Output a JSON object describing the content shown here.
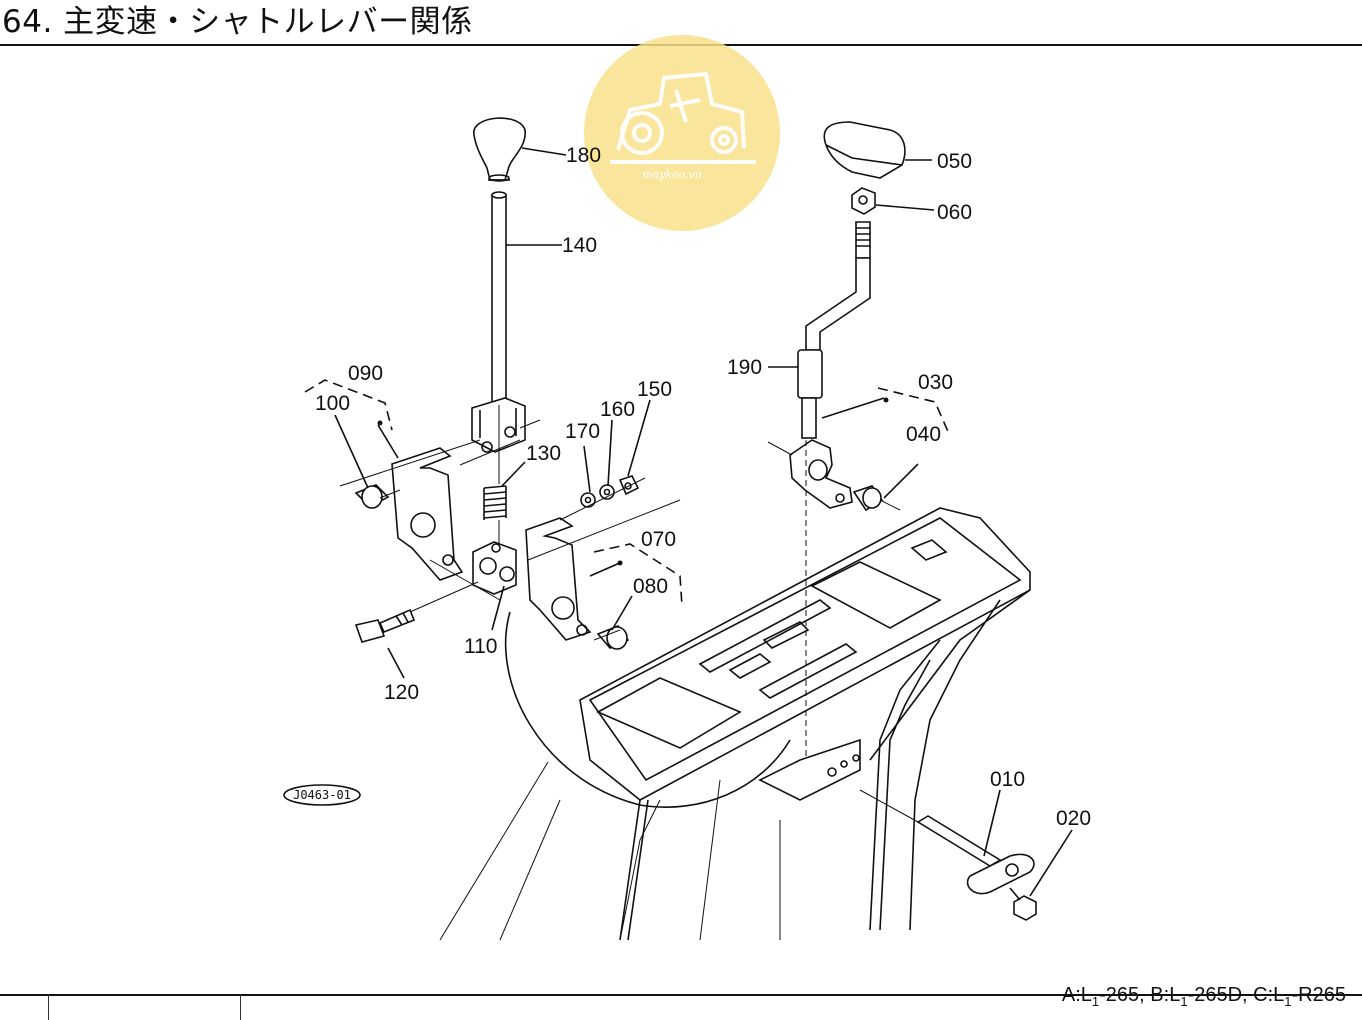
{
  "page": {
    "title": "64. 主変速・シャトルレバー関係",
    "footer": {
      "a": "A:L",
      "a_sub": "1",
      "a_rest": "-265, ",
      "b": "B:L",
      "b_sub": "1",
      "b_rest": "-265D, ",
      "c": "C:L",
      "c_sub": "1",
      "c_rest": "-R265"
    },
    "drawing_code": "J0463-01",
    "watermark_text": "maykeo.vn"
  },
  "parts": [
    {
      "id": "p180",
      "label": "180"
    },
    {
      "id": "p140",
      "label": "140"
    },
    {
      "id": "p050",
      "label": "050"
    },
    {
      "id": "p060",
      "label": "060"
    },
    {
      "id": "p190",
      "label": "190"
    },
    {
      "id": "p030",
      "label": "030"
    },
    {
      "id": "p040",
      "label": "040"
    },
    {
      "id": "p090",
      "label": "090"
    },
    {
      "id": "p100",
      "label": "100"
    },
    {
      "id": "p130",
      "label": "130"
    },
    {
      "id": "p170",
      "label": "170"
    },
    {
      "id": "p160",
      "label": "160"
    },
    {
      "id": "p150",
      "label": "150"
    },
    {
      "id": "p070",
      "label": "070"
    },
    {
      "id": "p080",
      "label": "080"
    },
    {
      "id": "p110",
      "label": "110"
    },
    {
      "id": "p120",
      "label": "120"
    },
    {
      "id": "p010",
      "label": "010"
    },
    {
      "id": "p020",
      "label": "020"
    }
  ],
  "colors": {
    "watermark": "#f8e08a",
    "line": "#111111",
    "background": "#ffffff"
  }
}
